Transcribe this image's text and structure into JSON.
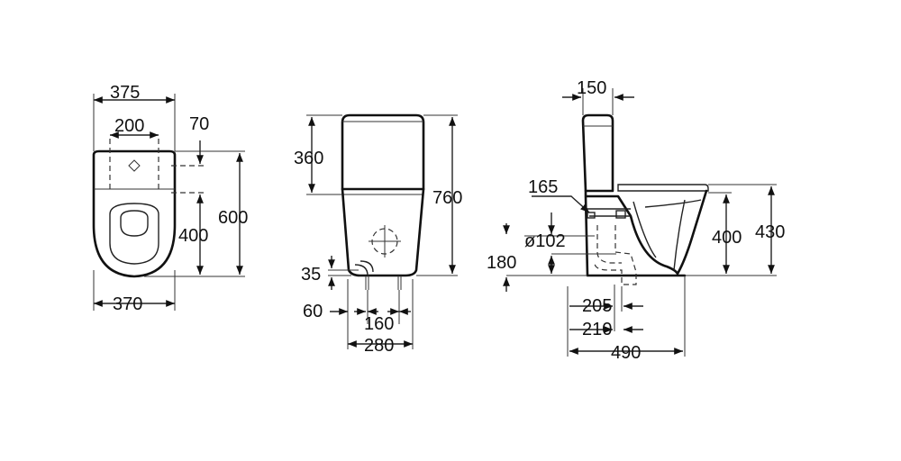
{
  "top_view": {
    "dims": {
      "overall_width": "375",
      "fixing_spacing": "200",
      "offset": "70",
      "overall_depth": "600",
      "fixing_to_front": "400",
      "base_width": "370"
    }
  },
  "front_view": {
    "dims": {
      "cistern_height": "360",
      "overall_height": "760",
      "inlet_height": "35",
      "inlet_side": "60",
      "fixing_spacing": "160",
      "base_width": "280"
    }
  },
  "side_view": {
    "dims": {
      "cistern_depth": "150",
      "inlet_pos": "165",
      "outlet_diameter": "ø102",
      "outlet_height": "180",
      "seat_height": "400",
      "rim_height": "430",
      "outlet_to_wall_a": "205",
      "outlet_to_wall_b": "210",
      "overall_depth": "490"
    }
  }
}
